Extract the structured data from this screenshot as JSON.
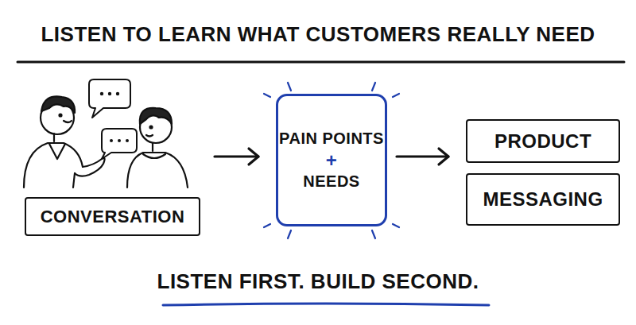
{
  "diagram": {
    "title": "LISTEN TO LEARN WHAT CUSTOMERS REALLY NEED",
    "caption": "LISTEN FIRST. BUILD SECOND.",
    "nodes": [
      {
        "text": [
          "CONVERSATION"
        ]
      },
      {
        "text": [
          "PAIN POINTS",
          "+",
          "NEEDS"
        ]
      },
      {
        "text": [
          "PRODUCT"
        ]
      },
      {
        "text": [
          "MESSAGING"
        ]
      }
    ],
    "edges": [
      {
        "from": 0,
        "to": 1,
        "arrow": "to"
      },
      {
        "from": 1,
        "to": 2,
        "arrow": "to"
      }
    ]
  }
}
